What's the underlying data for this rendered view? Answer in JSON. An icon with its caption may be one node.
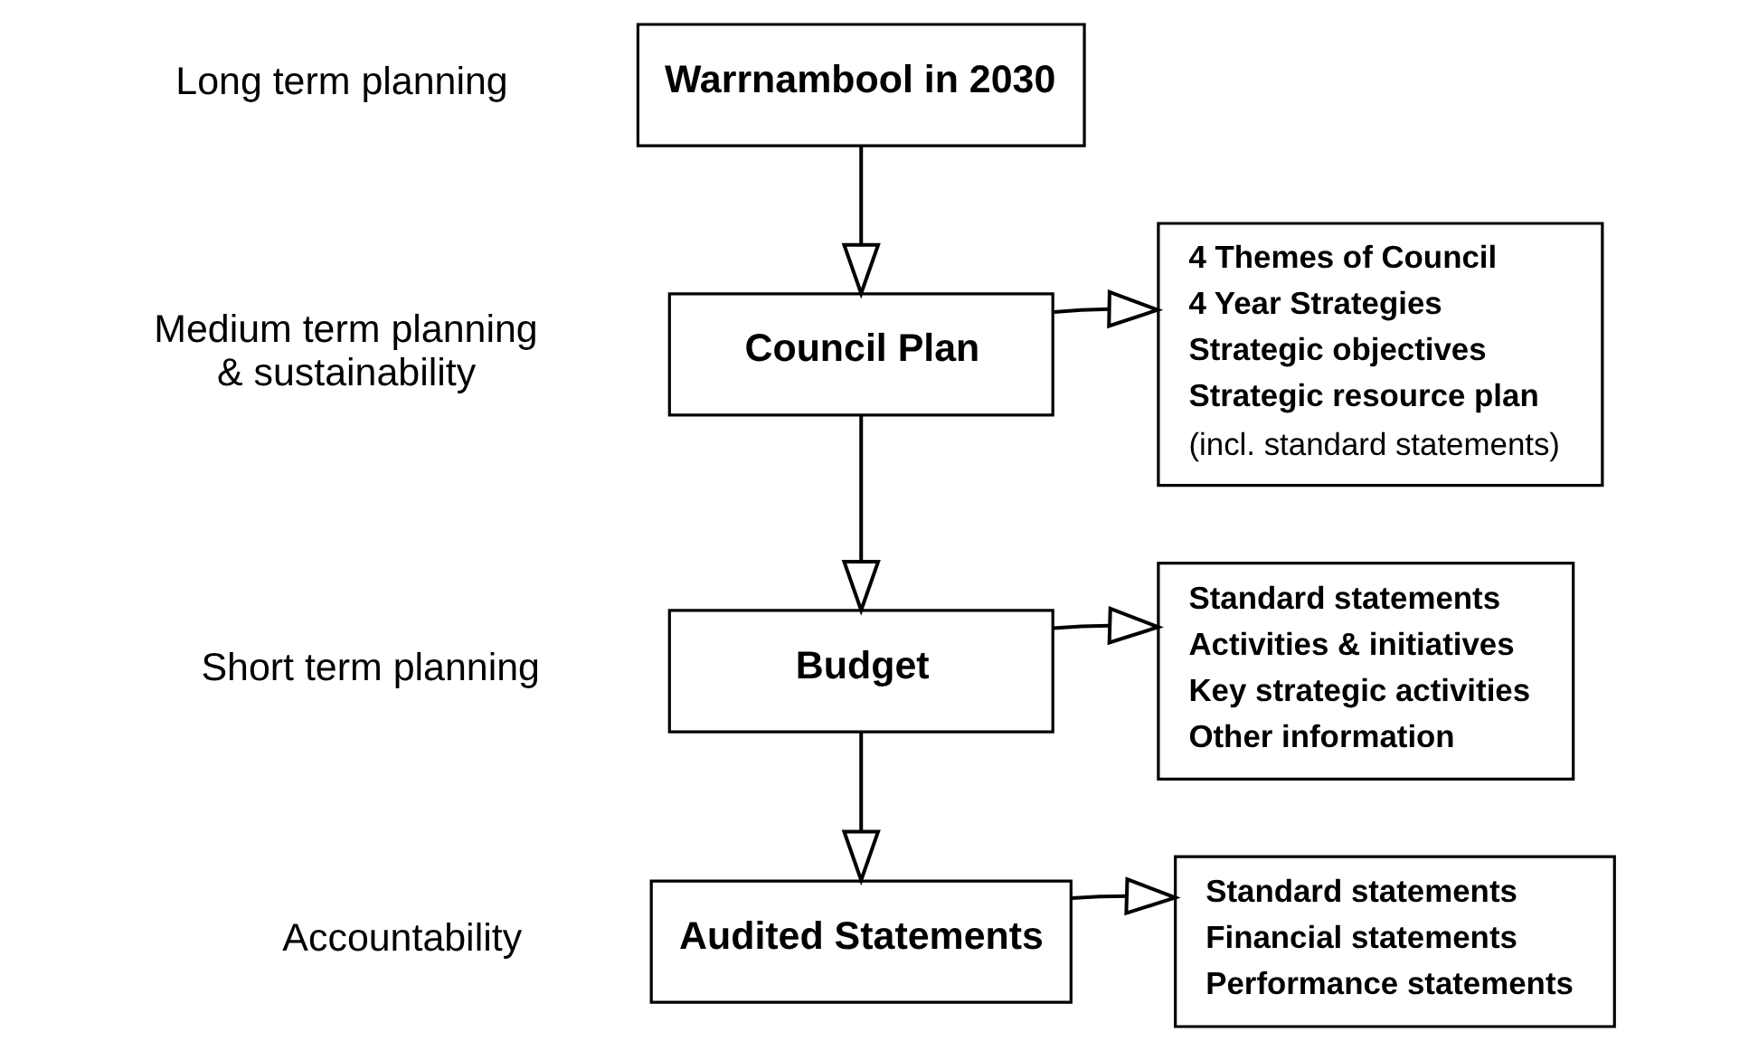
{
  "diagram": {
    "nodes": [
      {
        "text": [
          "Warrnambool in 2030"
        ],
        "beside": [
          "Long term planning"
        ]
      },
      {
        "text": [
          "Council Plan"
        ],
        "beside": [
          "Medium term planning & sustainability"
        ]
      },
      {
        "text": [
          "4 Themes of Council",
          "4 Year Strategies",
          "Strategic objectives",
          "Strategic resource plan",
          "(incl. standard statements)"
        ]
      },
      {
        "text": [
          "Budget"
        ],
        "beside": [
          "Short term planning"
        ]
      },
      {
        "text": [
          "Standard statements",
          "Activities & initiatives",
          "Key strategic activities",
          "Other information"
        ]
      },
      {
        "text": [
          "Audited Statements"
        ],
        "beside": [
          "Accountability"
        ]
      },
      {
        "text": [
          "Standard statements",
          "Financial statements",
          "Performance statements"
        ]
      }
    ],
    "edges": [
      {
        "from": 0,
        "to": 1,
        "arrow": "to"
      },
      {
        "from": 1,
        "to": 2,
        "arrow": "to"
      },
      {
        "from": 1,
        "to": 3,
        "arrow": "to"
      },
      {
        "from": 3,
        "to": 4,
        "arrow": "to"
      },
      {
        "from": 3,
        "to": 5,
        "arrow": "to"
      },
      {
        "from": 5,
        "to": 6,
        "arrow": "to"
      }
    ]
  }
}
